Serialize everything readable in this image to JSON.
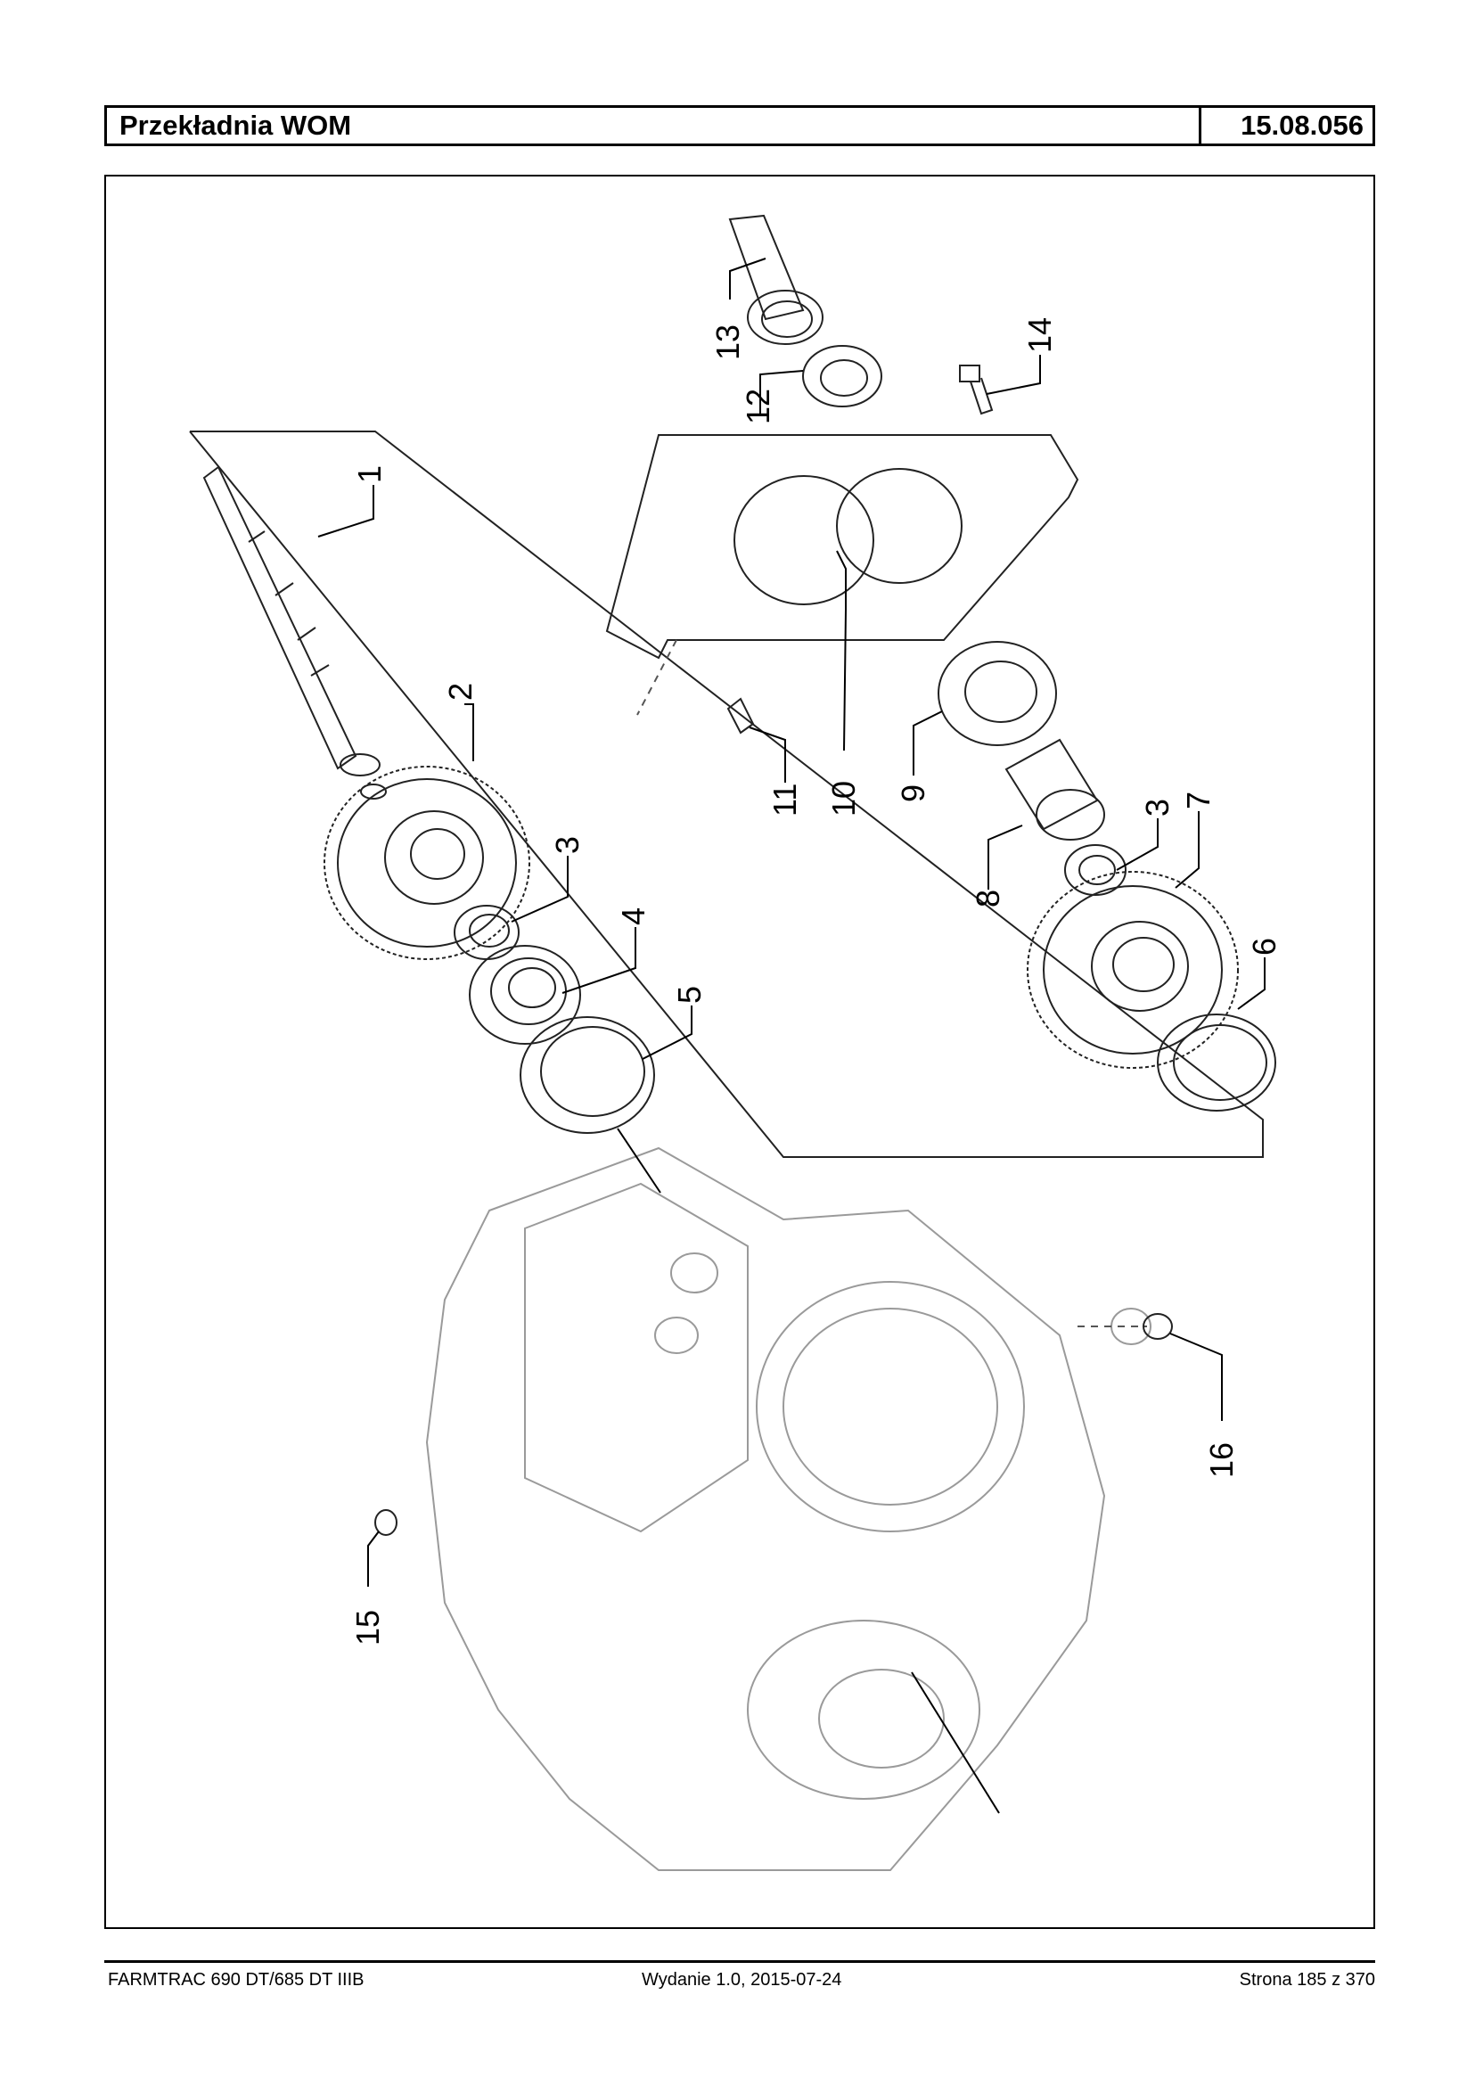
{
  "header": {
    "title": "Przekładnia WOM",
    "code": "15.08.056"
  },
  "callouts": [
    {
      "label": "1"
    },
    {
      "label": "2"
    },
    {
      "label": "3"
    },
    {
      "label": "4"
    },
    {
      "label": "5"
    },
    {
      "label": "6"
    },
    {
      "label": "7"
    },
    {
      "label": "3"
    },
    {
      "label": "8"
    },
    {
      "label": "9"
    },
    {
      "label": "10"
    },
    {
      "label": "11"
    },
    {
      "label": "12"
    },
    {
      "label": "13"
    },
    {
      "label": "14"
    },
    {
      "label": "15"
    },
    {
      "label": "16"
    }
  ],
  "footer": {
    "model": "FARMTRAC 690 DT/685 DT IIIB",
    "edition": "Wydanie 1.0,  2015-07-24",
    "page": "Strona 185 z 370"
  }
}
